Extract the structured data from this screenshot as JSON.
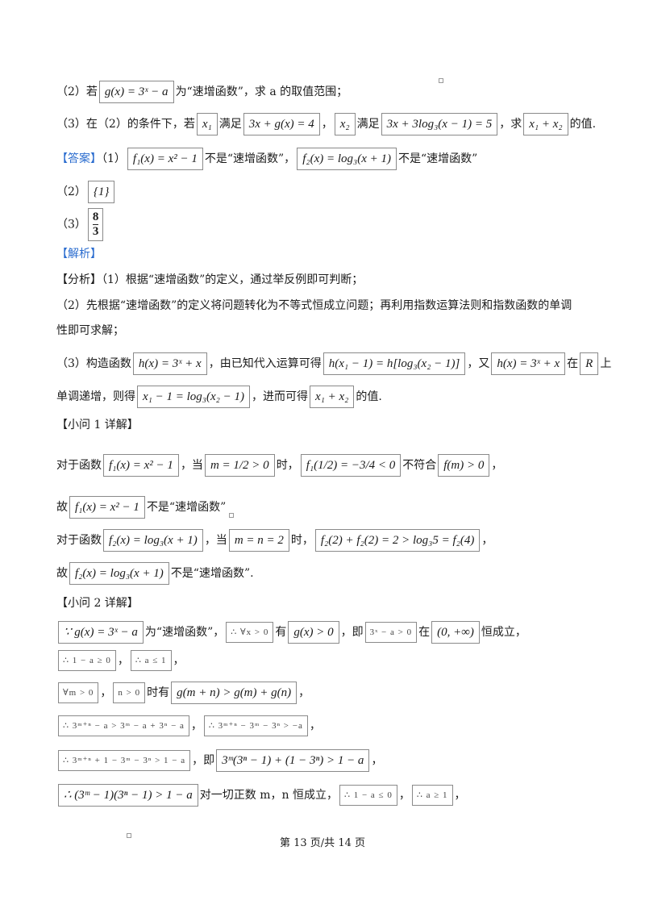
{
  "q2": {
    "prefix": "（2）若",
    "math": "g(x) = 3ˣ − a",
    "suffix": "为“速增函数”，求 a 的取值范围；"
  },
  "q3": {
    "p1": "（3）在（2）的条件下，若",
    "m1": "x₁",
    "p2": "满足",
    "m2": "3x + g(x) = 4",
    "p3": "，",
    "m3": "x₂",
    "p4": "满足",
    "m4": "3x + 3log₃(x − 1) = 5",
    "p5": "，求",
    "m5": "x₁ + x₂",
    "p6": "的值."
  },
  "answer": {
    "label": "【答案】",
    "p1": "（1）",
    "m1": "f₁(x) = x² − 1",
    "p2": "不是“速增函数”，",
    "m2": "f₂(x) = log₃(x + 1)",
    "p3": "不是“速增函数”"
  },
  "ans2": {
    "prefix": "（2）",
    "math": "{1}"
  },
  "ans3": {
    "prefix": "（3）",
    "num": "8",
    "den": "3"
  },
  "analysis_label": "【解析】",
  "fenxi": {
    "l1": "【分析】（1）根据“速增函数”的定义，通过举反例即可判断；",
    "l2": "（2）先根据“速增函数”的定义将问题转化为不等式恒成立问题；再利用指数运算法则和指数函数的单调",
    "l3": "性即可求解；"
  },
  "s3": {
    "p1": "（3）构造函数",
    "m1": "h(x) = 3ˣ + x",
    "p2": "，由已知代入运算可得",
    "m2": "h(x₁ − 1) = h[log₃(x₂ − 1)]",
    "p3": "，又",
    "m3": "h(x) = 3ˣ + x",
    "p4": "在",
    "m4": "R",
    "p5": "上"
  },
  "s3b": {
    "p1": "单调递增，则得",
    "m1": "x₁ − 1 = log₃(x₂ − 1)",
    "p2": "，进而可得",
    "m2": "x₁ + x₂",
    "p3": "的值."
  },
  "sub1_title": "【小问 1 详解】",
  "sub1": {
    "a": {
      "p1": "对于函数",
      "m1": "f₁(x) = x² − 1",
      "p2": "，当",
      "m2": "m = 1/2 > 0",
      "p3": "时，",
      "m3": "f₁(1/2) = −3/4 < 0",
      "p4": "不符合",
      "m4": "f(m) > 0",
      "p5": "，"
    },
    "b": {
      "p1": "故",
      "m1": "f₁(x) = x² − 1",
      "p2": "不是“速增函数”"
    },
    "c": {
      "p1": "对于函数",
      "m1": "f₂(x) = log₃(x + 1)",
      "p2": "，当",
      "m2": "m = n = 2",
      "p3": "时，",
      "m3": "f₂(2) + f₂(2) = 2 > log₃5 = f₂(4)",
      "p4": "，"
    },
    "d": {
      "p1": "故",
      "m1": "f₂(x) = log₃(x + 1)",
      "p2": "不是“速增函数”."
    }
  },
  "sub2_title": "【小问 2 详解】",
  "sub2": {
    "a": {
      "m1": "∵ g(x) = 3ˣ − a",
      "p1": "为“速增函数”，",
      "m2": "∴ ∀x > 0",
      "p2": "有",
      "m3": "g(x) > 0",
      "p3": "，即",
      "m4": "3ˣ − a > 0",
      "p4": "在",
      "m5": "(0, +∞)",
      "p5": "恒成立，"
    },
    "b": {
      "m1": "∴ 1 − a ≥ 0",
      "p1": "，",
      "m2": "∴ a ≤ 1",
      "p2": "，"
    },
    "c": {
      "m1": "∀m > 0",
      "p1": "，",
      "m2": "n > 0",
      "p2": "时有",
      "m3": "g(m + n) > g(m) + g(n)",
      "p3": "，"
    },
    "d": {
      "m1": "∴ 3ᵐ⁺ⁿ − a > 3ᵐ − a + 3ⁿ − a",
      "p1": "，",
      "m2": "∴ 3ᵐ⁺ⁿ − 3ᵐ − 3ⁿ > −a",
      "p2": "，"
    },
    "e": {
      "m1": "∴ 3ᵐ⁺ⁿ + 1 − 3ᵐ − 3ⁿ > 1 − a",
      "p1": "，即",
      "m2": "3ᵐ(3ⁿ − 1) + (1 − 3ⁿ) > 1 − a",
      "p2": "，"
    },
    "f": {
      "m1": "∴ (3ᵐ − 1)(3ⁿ − 1) > 1 − a",
      "p1": "对一切正数 m，n 恒成立，",
      "m2": "∴ 1 − a ≤ 0",
      "p2": "，",
      "m3": "∴ a ≥ 1",
      "p3": "，"
    }
  },
  "footer": "第 13 页/共 14 页"
}
